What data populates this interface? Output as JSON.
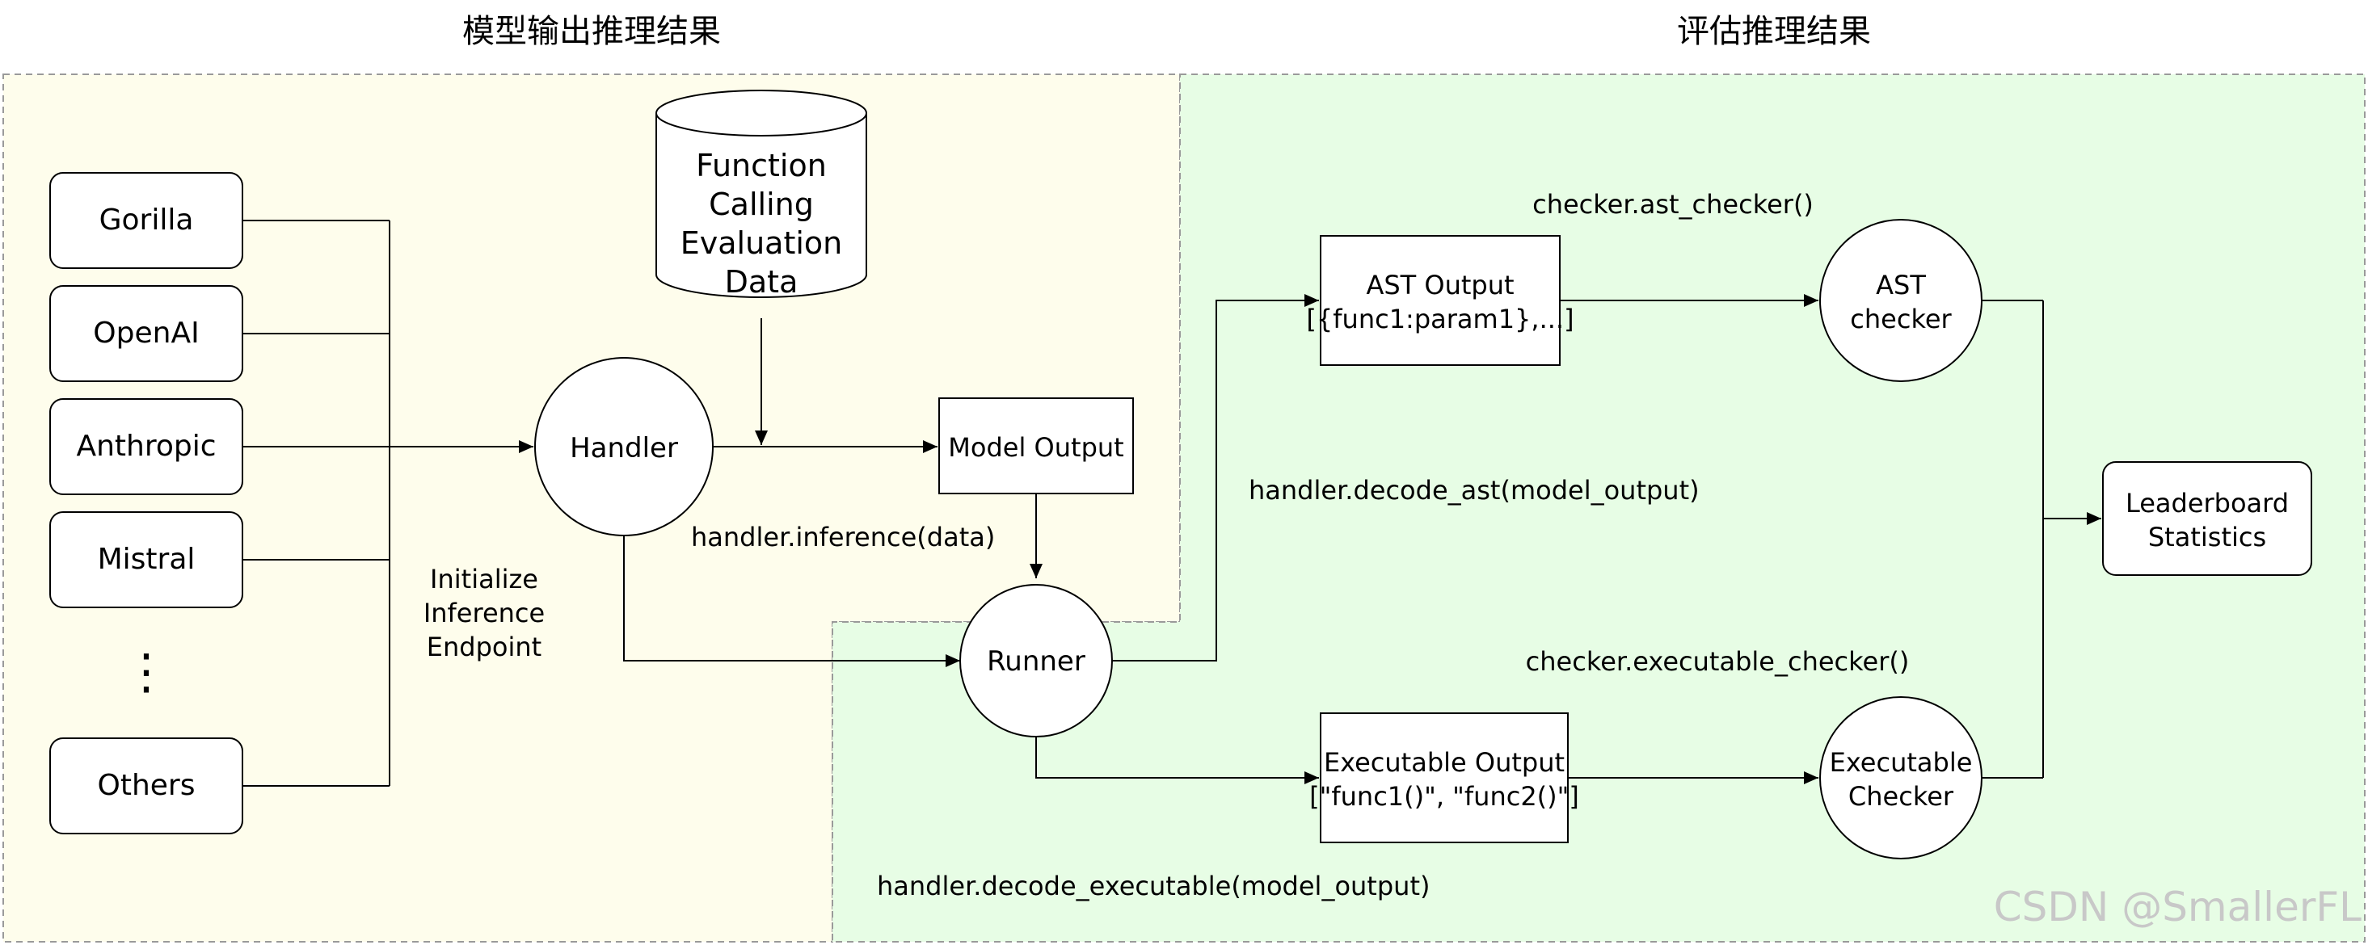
{
  "section_titles": {
    "inference": "模型输出推理结果",
    "evaluation": "评估推理结果"
  },
  "providers": [
    "Gorilla",
    "OpenAI",
    "Anthropic",
    "Mistral",
    "Others"
  ],
  "ellipsis": "⋮",
  "init_label": [
    "Initialize",
    "Inference",
    "Endpoint"
  ],
  "database_label": [
    "Function",
    "Calling",
    "Evaluation",
    "Data"
  ],
  "handler_label": "Handler",
  "model_output_label": "Model Output",
  "inference_call": "handler.inference(data)",
  "runner_label": "Runner",
  "decode_ast_call": "handler.decode_ast(model_output)",
  "decode_exec_call": "handler.decode_executable(model_output)",
  "ast_output": [
    "AST Output",
    "[{func1:param1},...]"
  ],
  "exec_output": [
    "Executable Output",
    "[\"func1()\", \"func2()\"]"
  ],
  "ast_checker_call": "checker.ast_checker()",
  "exec_checker_call": "checker.executable_checker()",
  "ast_checker_label": [
    "AST",
    "checker"
  ],
  "exec_checker_label": [
    "Executable",
    "Checker"
  ],
  "leaderboard_label": [
    "Leaderboard",
    "Statistics"
  ],
  "watermark": "CSDN @SmallerFL",
  "colors": {
    "inference_region": "#fefdec",
    "evaluation_region": "#e7fde5",
    "stroke": "#000000",
    "region_border": "#9a9a9a"
  }
}
